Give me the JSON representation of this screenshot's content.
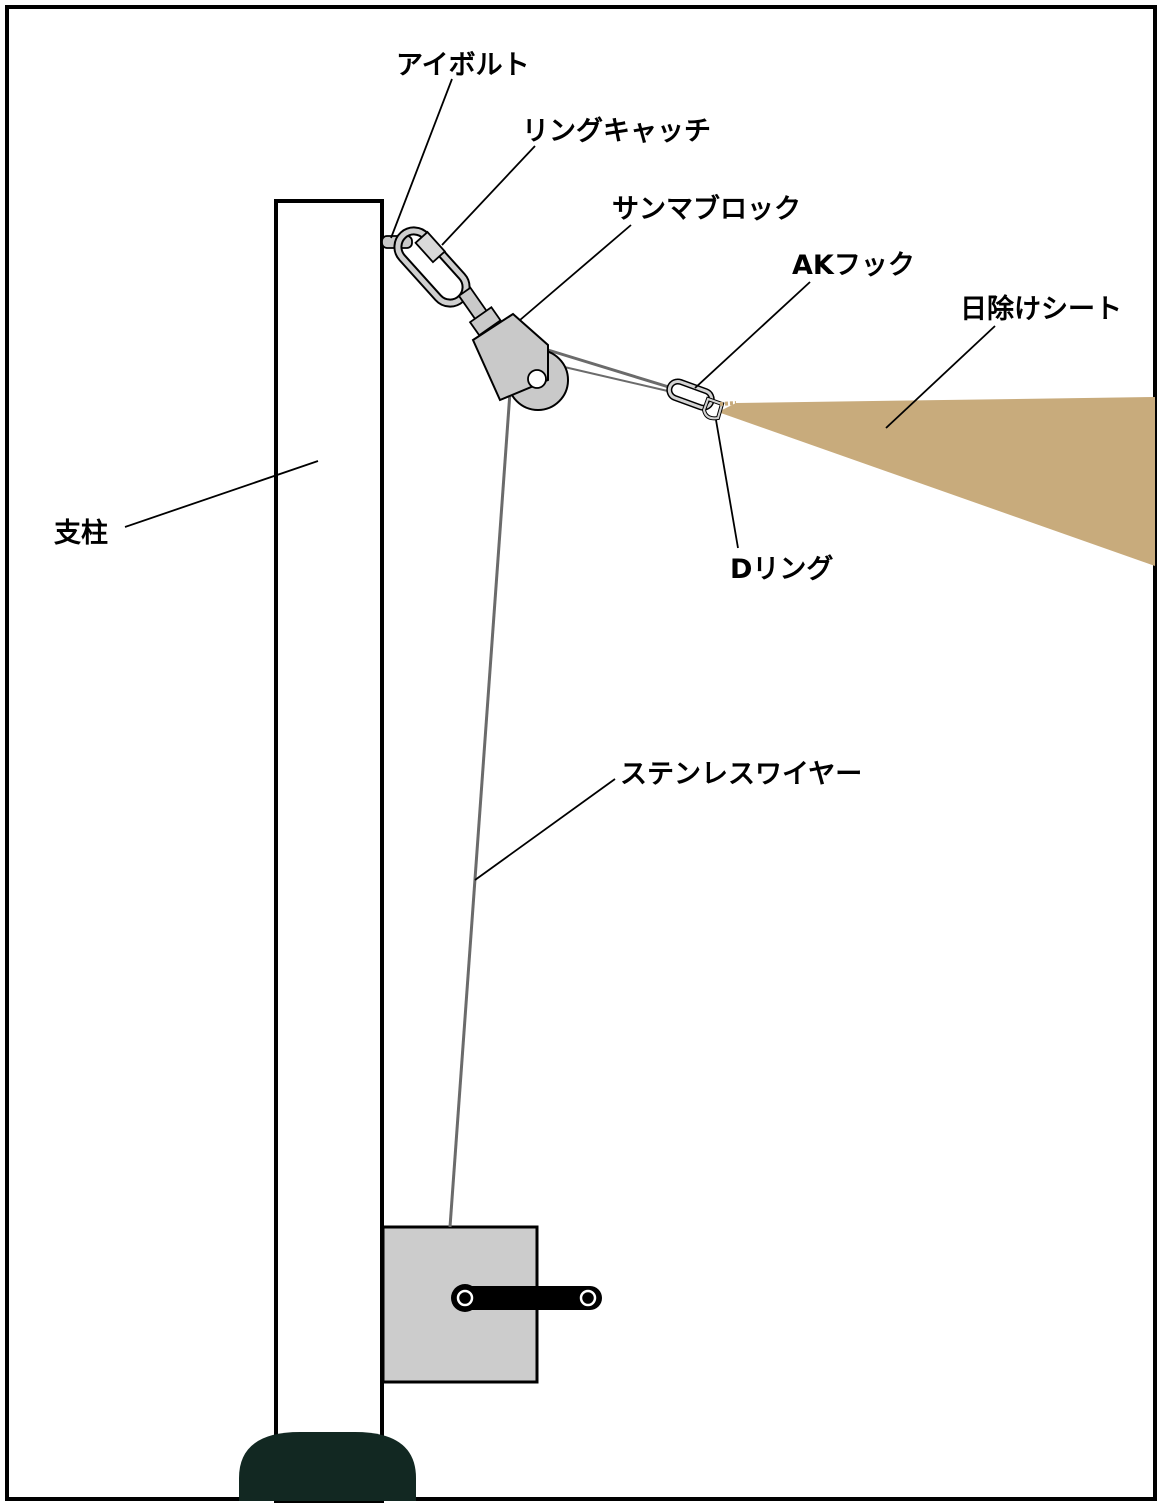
{
  "labels": {
    "eye_bolt": "アイボルト",
    "ring_catch": "リングキャッチ",
    "pulley_block": "サンマブロック",
    "ak_hook": "AKフック",
    "shade_sheet": "日除けシート",
    "pillar": "支柱",
    "d_ring": "Dリング",
    "wire": "ステンレスワイヤー"
  },
  "colors": {
    "border": "#000000",
    "pillar_fill": "#ffffff",
    "base": "#122822",
    "winch_plate": "#cccccc",
    "metal": "#c9c9c9",
    "wire": "#6b6b6b",
    "shade": "#c8ab7c"
  }
}
